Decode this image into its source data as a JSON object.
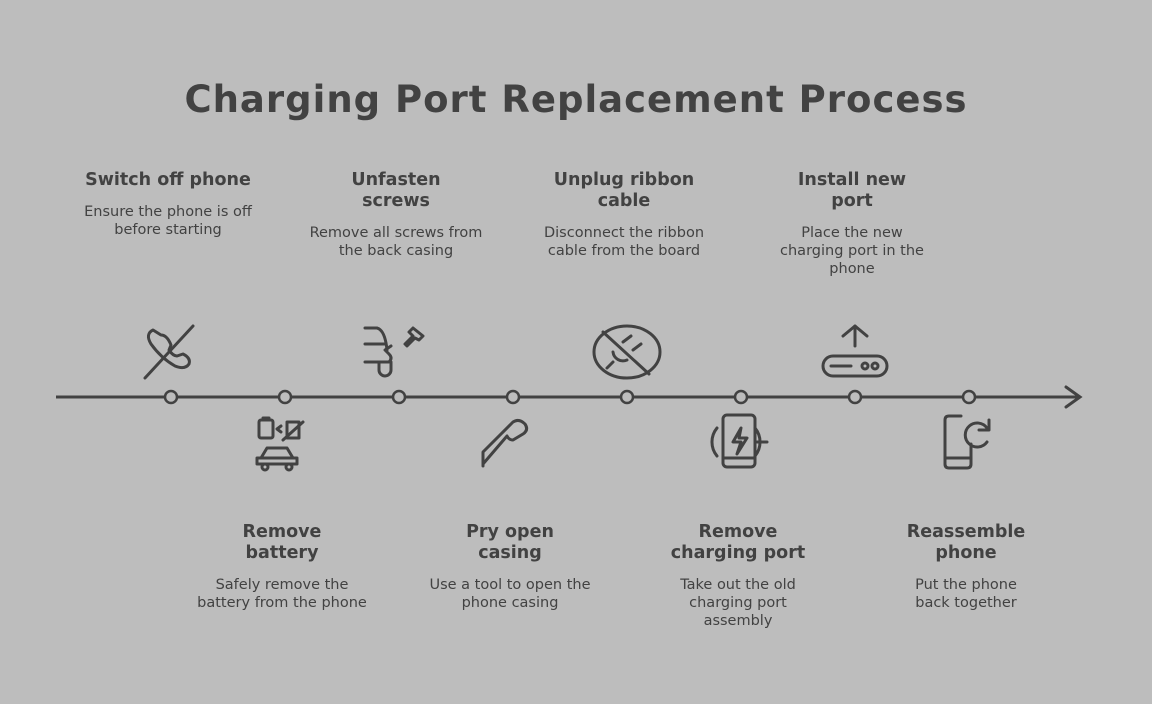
{
  "title": "Charging Port Replacement Process",
  "steps": [
    {
      "title": "Switch off phone",
      "desc": "Ensure the phone is off before starting",
      "icon": "phone-off-icon",
      "position": "top"
    },
    {
      "title": "Remove battery",
      "desc": "Safely remove the battery from the phone",
      "icon": "battery-remove-icon",
      "position": "bottom"
    },
    {
      "title": "Unfasten screws",
      "desc": "Remove all screws from the back casing",
      "icon": "screwdriver-icon",
      "position": "top"
    },
    {
      "title": "Pry open casing",
      "desc": "Use a tool to open the phone casing",
      "icon": "pry-tool-icon",
      "position": "bottom"
    },
    {
      "title": "Unplug ribbon cable",
      "desc": "Disconnect the ribbon cable from the board",
      "icon": "unplug-icon",
      "position": "top"
    },
    {
      "title": "Remove charging port",
      "desc": "Take out the old charging port assembly",
      "icon": "charging-phone-icon",
      "position": "bottom"
    },
    {
      "title": "Install new port",
      "desc": "Place the new charging port in the phone",
      "icon": "install-port-icon",
      "position": "top"
    },
    {
      "title": "Reassemble phone",
      "desc": "Put the phone back together",
      "icon": "phone-refresh-icon",
      "position": "bottom"
    }
  ]
}
